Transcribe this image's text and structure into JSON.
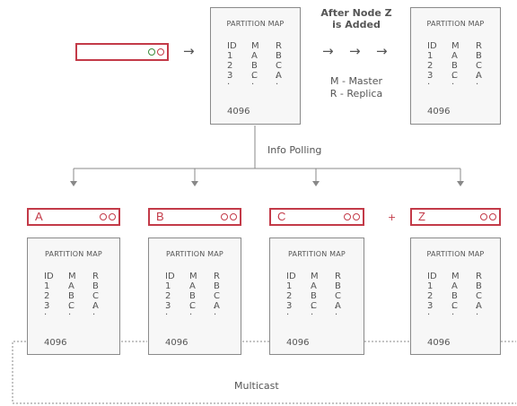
{
  "diagram": {
    "map_caption": "PARTITION MAP",
    "columns": [
      "ID",
      "M",
      "R"
    ],
    "rows_before": [
      [
        "1",
        "A",
        "B"
      ],
      [
        "2",
        "B",
        "C"
      ],
      [
        "3",
        "C",
        "A"
      ]
    ],
    "rows_after": [
      [
        "1",
        "A",
        "B"
      ],
      [
        "2",
        "B",
        "C"
      ],
      [
        "3",
        "C",
        "A"
      ]
    ],
    "last_id": "4096",
    "arrow_glyph": "→",
    "event_title": "After Node Z\nis Added",
    "legend_master": "M - Master",
    "legend_replica": "R - Replica",
    "info_polling": "Info Polling",
    "multicast": "Multicast",
    "plus": "+",
    "nodes": [
      {
        "label": "A",
        "rows": [
          [
            "1",
            "A",
            "B"
          ],
          [
            "2",
            "B",
            "C"
          ],
          [
            "3",
            "C",
            "A"
          ]
        ]
      },
      {
        "label": "B",
        "rows": [
          [
            "1",
            "A",
            "B"
          ],
          [
            "2",
            "B",
            "C"
          ],
          [
            "3",
            "C",
            "A"
          ]
        ]
      },
      {
        "label": "C",
        "rows": [
          [
            "1",
            "A",
            "B"
          ],
          [
            "2",
            "B",
            "C"
          ],
          [
            "3",
            "C",
            "A"
          ]
        ]
      },
      {
        "label": "Z",
        "rows": [
          [
            "1",
            "A",
            "B"
          ],
          [
            "2",
            "B",
            "C"
          ],
          [
            "3",
            "C",
            "A"
          ]
        ]
      }
    ],
    "colors": {
      "node_border": "#c33a48",
      "client_led": "#3a8a3a",
      "line": "#888888",
      "card_bg": "#f7f7f7"
    }
  }
}
